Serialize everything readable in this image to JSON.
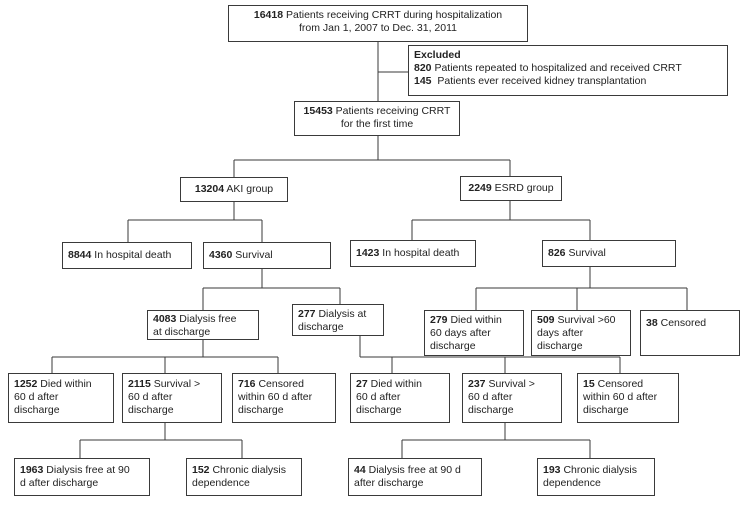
{
  "nodes": {
    "total": {
      "num": "16418",
      "line1": "Patients receiving CRRT during hospitalization",
      "line2": "from Jan 1, 2007 to Dec. 31, 2011"
    },
    "excluded": {
      "title": "Excluded",
      "items": [
        {
          "num": "820",
          "text": "Patients repeated to hospitalized and received CRRT"
        },
        {
          "num": "145",
          "text": "Patients ever received kidney transplantation"
        }
      ]
    },
    "first": {
      "num": "15453",
      "line1": "Patients receiving CRRT",
      "line2": "for the first time"
    },
    "aki": {
      "num": "13204",
      "text": "AKI group"
    },
    "esrd": {
      "num": "2249",
      "text": "ESRD group"
    },
    "aki_death": {
      "num": "8844",
      "text": "In hospital death"
    },
    "aki_surv": {
      "num": "4360",
      "text": "Survival"
    },
    "esrd_death": {
      "num": "1423",
      "text": "In hospital death"
    },
    "esrd_surv": {
      "num": "826",
      "text": "Survival"
    },
    "dfree": {
      "num": "4083",
      "line1": "Dialysis free",
      "line2": "at discharge"
    },
    "dial": {
      "num": "277",
      "line1": "Dialysis at",
      "line2": "discharge"
    },
    "esrd_died": {
      "num": "279",
      "line1": "Died within",
      "line2": "60 days after",
      "line3": "discharge"
    },
    "esrd_s60": {
      "num": "509",
      "line1": "Survival >60",
      "line2": "days after",
      "line3": "discharge"
    },
    "esrd_cens": {
      "num": "38",
      "text": "Censored"
    },
    "df_died": {
      "num": "1252",
      "line1": "Died within",
      "line2": "60 d after",
      "line3": "discharge"
    },
    "df_surv": {
      "num": "2115",
      "line1": "Survival >",
      "line2": "60 d after",
      "line3": "discharge"
    },
    "df_cens": {
      "num": "716",
      "line1": "Censored",
      "line2": "within 60 d after",
      "line3": "discharge"
    },
    "d_died": {
      "num": "27",
      "line1": "Died within",
      "line2": "60 d after",
      "line3": "discharge"
    },
    "d_surv": {
      "num": "237",
      "line1": "Survival >",
      "line2": "60 d after",
      "line3": "discharge"
    },
    "d_cens": {
      "num": "15",
      "line1": "Censored",
      "line2": "within 60 d after",
      "line3": "discharge"
    },
    "df_free90": {
      "num": "1963",
      "line1": "Dialysis free at 90",
      "line2": "d after discharge"
    },
    "df_chronic": {
      "num": "152",
      "line1": "Chronic dialysis",
      "line2": "dependence"
    },
    "d_free90": {
      "num": "44",
      "line1": "Dialysis free at 90 d",
      "line2": "after discharge"
    },
    "d_chronic": {
      "num": "193",
      "line1": "Chronic dialysis",
      "line2": "dependence"
    }
  }
}
